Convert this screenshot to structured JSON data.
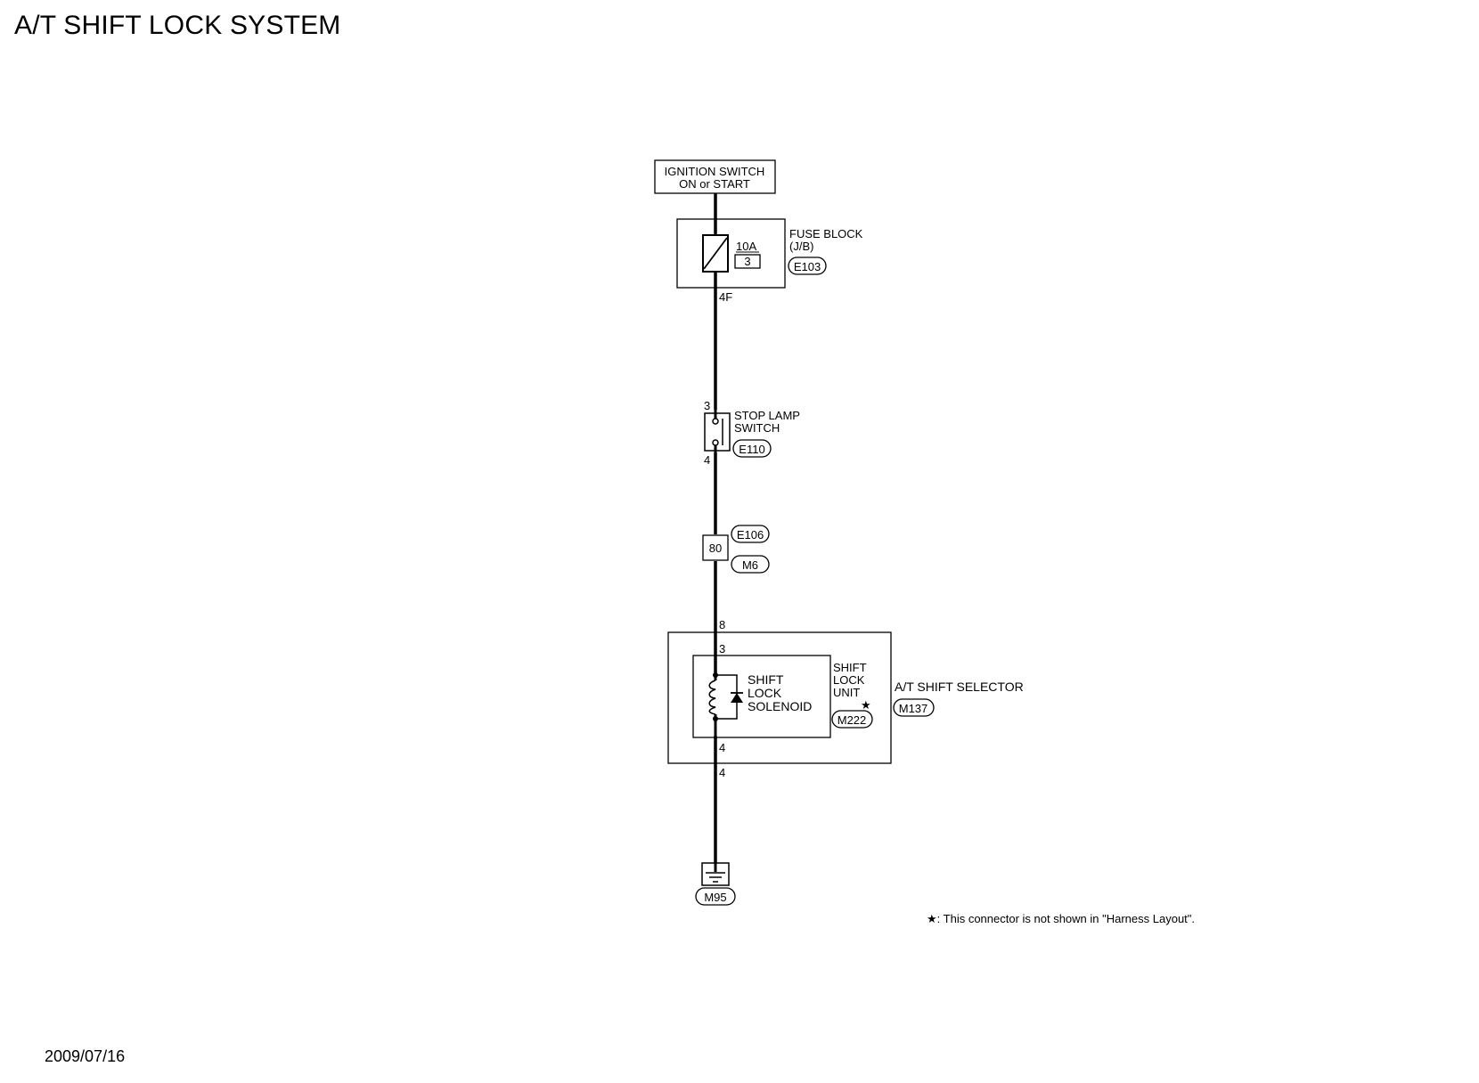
{
  "title": "A/T SHIFT LOCK SYSTEM",
  "date": "2009/07/16",
  "footnote": "★: This connector is not shown in \"Harness Layout\".",
  "power": {
    "line1": "IGNITION SWITCH",
    "line2": "ON or START"
  },
  "fuse_block": {
    "name_line1": "FUSE BLOCK",
    "name_line2": "(J/B)",
    "rating": "10A",
    "fuse_no": "3",
    "connector": "E103",
    "out_pin": "4F"
  },
  "stop_lamp_switch": {
    "name_line1": "STOP LAMP",
    "name_line2": "SWITCH",
    "connector": "E110",
    "pin_in": "3",
    "pin_out": "4"
  },
  "joint_connector": {
    "pin": "80",
    "connector_top": "E106",
    "connector_bottom": "M6"
  },
  "shift_selector": {
    "name": "A/T SHIFT SELECTOR",
    "connector": "M137",
    "pin_in": "8",
    "pin_out": "4",
    "unit_line1": "SHIFT",
    "unit_line2": "LOCK",
    "unit_line3": "UNIT",
    "unit_connector": "M222",
    "unit_star": "★",
    "unit_pin_in": "3",
    "unit_pin_out": "4",
    "solenoid_line1": "SHIFT",
    "solenoid_line2": "LOCK",
    "solenoid_line3": "SOLENOID"
  },
  "ground": {
    "connector": "M95"
  }
}
